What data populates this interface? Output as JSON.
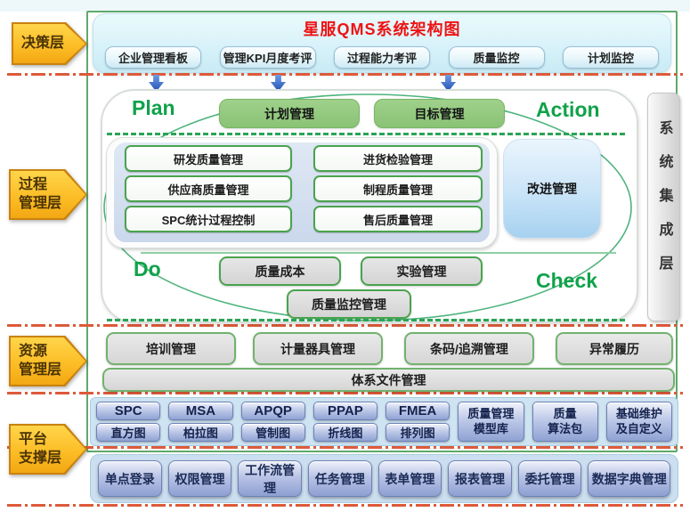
{
  "title": "星服QMS系统架构图",
  "side_layers": [
    {
      "lines": [
        "决策层"
      ]
    },
    {
      "lines": [
        "过程",
        "管理层"
      ]
    },
    {
      "lines": [
        "资源",
        "管理层"
      ]
    },
    {
      "lines": [
        "平台",
        "支撑层"
      ]
    }
  ],
  "integration_label": "系统集成层",
  "decision_buttons": [
    "企业管理看板",
    "管理KPI月度考评",
    "过程能力考评",
    "质量监控",
    "计划监控"
  ],
  "pdca": {
    "plan": "Plan",
    "do": "Do",
    "check": "Check",
    "action": "Action",
    "plan_boxes": [
      "计划管理",
      "目标管理"
    ],
    "core_boxes": [
      "研发质量管理",
      "进货检验管理",
      "供应商质量管理",
      "制程质量管理",
      "SPC统计过程控制",
      "售后质量管理"
    ],
    "improve_box": "改进管理",
    "do_boxes": [
      "质量成本",
      "实验管理"
    ],
    "monitor_box": "质量监控管理"
  },
  "resource_boxes": [
    "培训管理",
    "计量器具管理",
    "条码/追溯管理",
    "异常履历"
  ],
  "system_doc_box": "体系文件管理",
  "platform_tools": [
    {
      "top": "SPC",
      "bottom": "直方图"
    },
    {
      "top": "MSA",
      "bottom": "柏拉图"
    },
    {
      "top": "APQP",
      "bottom": "管制图"
    },
    {
      "top": "PPAP",
      "bottom": "折线图"
    },
    {
      "top": "FMEA",
      "bottom": "排列图"
    }
  ],
  "platform_tall_boxes": [
    {
      "lines": [
        "质量管理",
        "模型库"
      ]
    },
    {
      "lines": [
        "质量",
        "算法包"
      ]
    },
    {
      "lines": [
        "基础维护",
        "及自定义"
      ]
    }
  ],
  "base_services": [
    "单点登录",
    "权限管理",
    "工作流管理",
    "任务管理",
    "表单管理",
    "报表管理",
    "委托管理",
    "数据字典管理"
  ],
  "colors": {
    "title_red": "#ee1313",
    "pdca_green": "#10a24a",
    "layer_arrow_yellow": "#fbbb24",
    "divider_red": "#dd5a3a",
    "plan_box_green": "#8ac276",
    "improve_box_blue": "#a6d1f0",
    "tool_button_blue": "#8fa2d3",
    "panel_blue": "#cfe4f3"
  }
}
